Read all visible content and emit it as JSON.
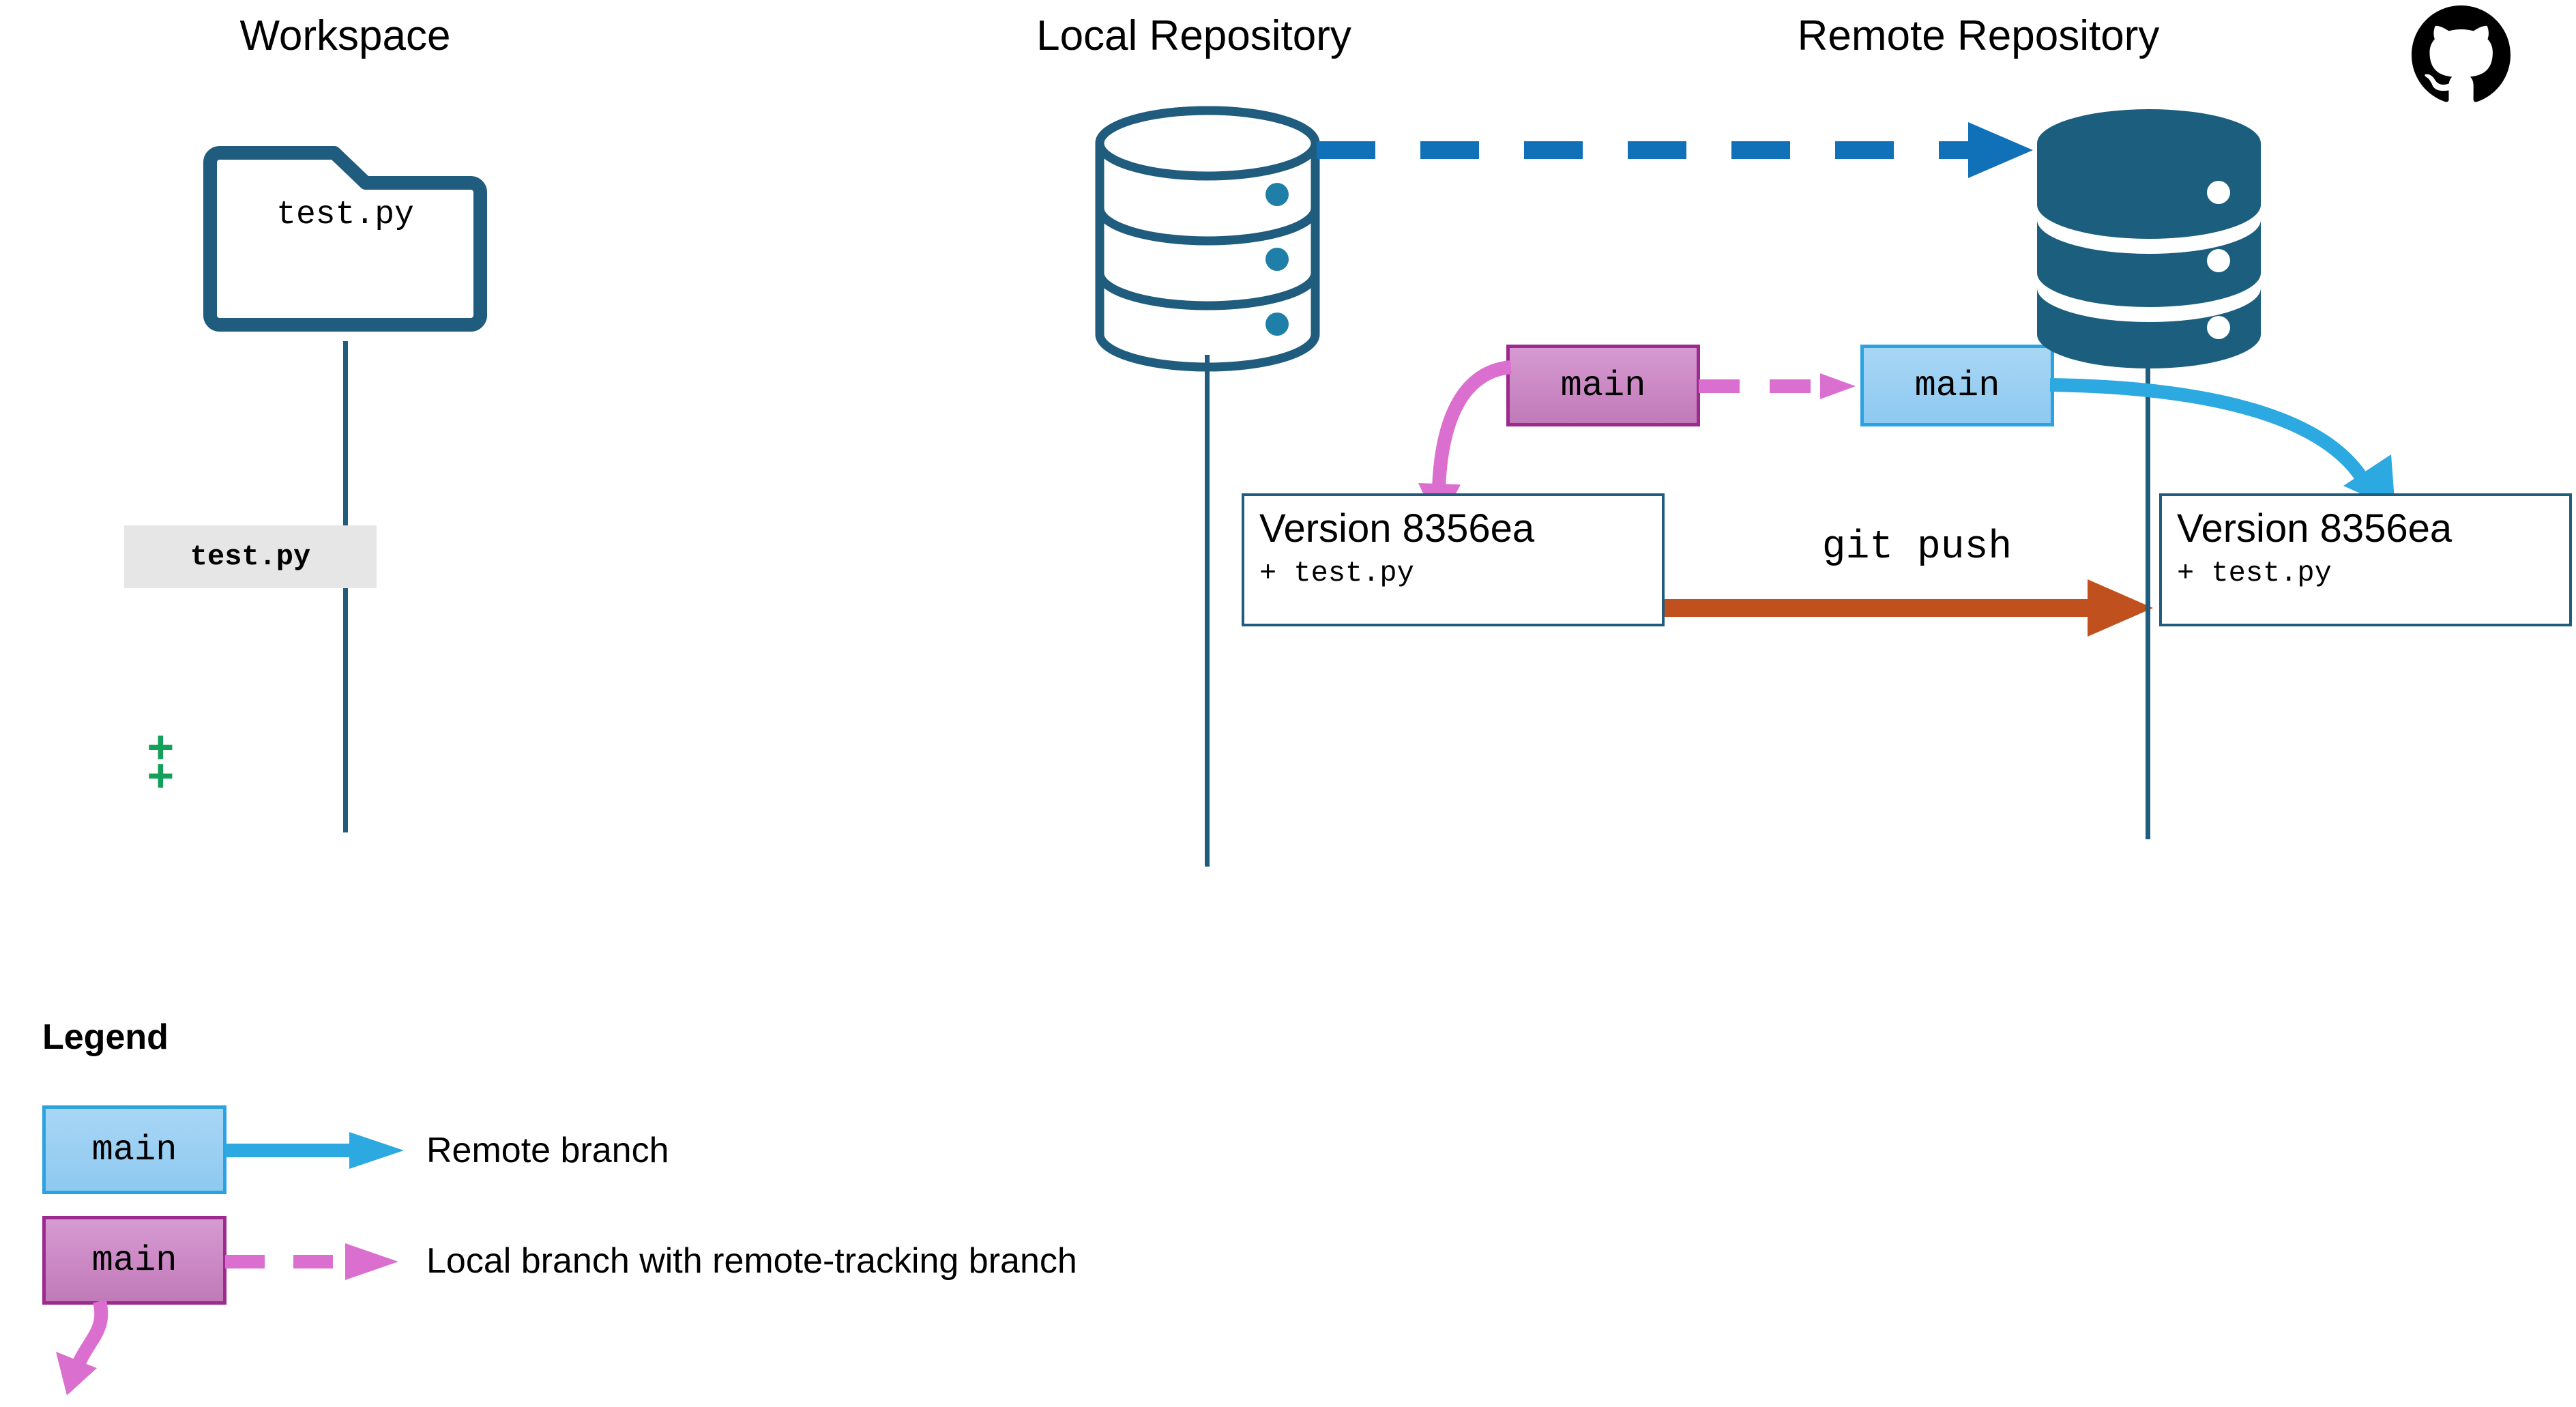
{
  "colors": {
    "teal_outline": "#1F5C7D",
    "remote_fill": "#1B5E7E",
    "dashed_arrow_blue": "#1070B8",
    "cyan_arrow": "#2BA9E0",
    "pink_arrow": "#D濃"
  },
  "columns": {
    "workspace_title": "Workspace",
    "local_title": "Local Repository",
    "remote_title": "Remote Repository"
  },
  "workspace": {
    "folder_file": "test.py",
    "staged_chip": "test.py",
    "added_marks": "+\n+"
  },
  "local_repo": {
    "branch_label": "main",
    "version_title": "Version 8356ea",
    "version_file": "+ test.py"
  },
  "remote_repo": {
    "branch_label": "main",
    "version_title": "Version 8356ea",
    "version_file": "+ test.py",
    "logo": "github-octocat-icon"
  },
  "command": {
    "label": "git push"
  },
  "legend": {
    "title": "Legend",
    "items": [
      {
        "chip": "main",
        "text": "Remote branch",
        "style": "solid-cyan-arrow"
      },
      {
        "chip": "main",
        "text": "Local branch with remote-tracking branch",
        "style": "dashed-pink-arrow"
      }
    ]
  }
}
